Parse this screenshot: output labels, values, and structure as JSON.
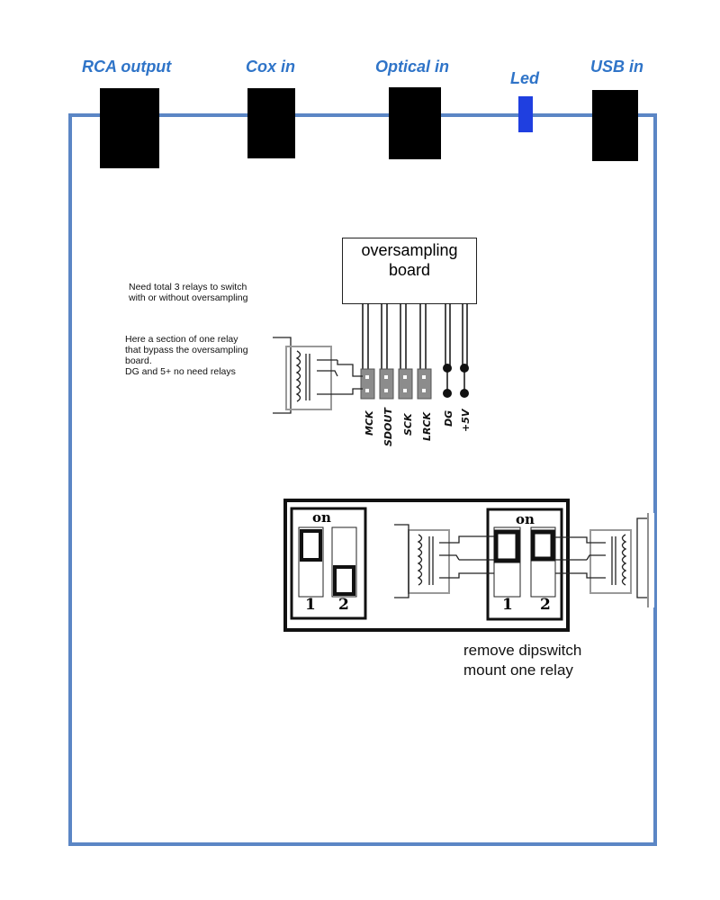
{
  "connectors": {
    "rca_output": "RCA output",
    "cox_in": "Cox in",
    "optical_in": "Optical in",
    "led": "Led",
    "usb_in": "USB in"
  },
  "board": {
    "title_line1": "oversampling",
    "title_line2": "board"
  },
  "notes": {
    "relay_count": "Need total 3 relays to switch with or without oversampling",
    "section_line1": "Here a section of one relay",
    "section_line2": "that bypass the oversampling",
    "section_line3": "board.",
    "section_line4": "DG and 5+ no need relays",
    "remove_line1": "remove dipswitch",
    "remove_line2": "mount one relay"
  },
  "pins": [
    "MCK",
    "SDOUT",
    "SCK",
    "LRCK",
    "DG",
    "+5V"
  ],
  "dipswitch": {
    "on_label": "on",
    "switch_1": "1",
    "switch_2": "2"
  },
  "colors": {
    "enclosure": "#5b86c5",
    "label": "#2f74c8",
    "led": "#1f3fe0"
  }
}
